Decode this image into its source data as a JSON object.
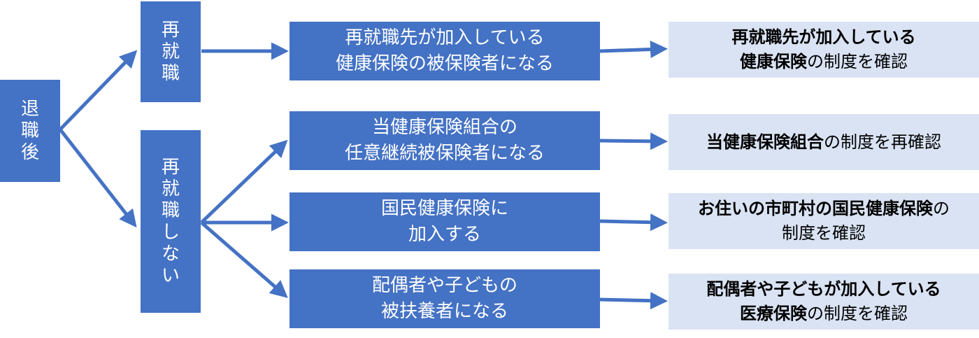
{
  "nodes": {
    "retire": {
      "label": "退\n職\n後"
    },
    "reemploy": {
      "label": "再\n就\n職"
    },
    "no_reemploy": {
      "label": "再\n就\n職\nし\nな\nい"
    },
    "mid1": {
      "label": "再就職先が加入している\n健康保険の被保険者になる"
    },
    "mid2": {
      "label": "当健康保険組合の\n任意継続被保険者になる"
    },
    "mid3": {
      "label": "国民健康保険に\n加入する"
    },
    "mid4": {
      "label": "配偶者や子どもの\n被扶養者になる"
    }
  },
  "results": {
    "r1": {
      "bold1": "再就職先が加入している",
      "bold2": "健康保険",
      "rest2": "の制度を確認"
    },
    "r2": {
      "bold1": "当健康保険組合",
      "rest1": "の制度を再確認"
    },
    "r3": {
      "bold1": "お住いの市町村の国民健康保険",
      "rest1": "の",
      "line2": "制度を確認"
    },
    "r4": {
      "bold1": "配偶者や子どもが加入している",
      "bold2": "医療保険",
      "rest2": "の制度を確認"
    }
  },
  "colors": {
    "box": "#4472c4",
    "result_bg": "#dae3f3",
    "arrow": "#4472c4"
  }
}
